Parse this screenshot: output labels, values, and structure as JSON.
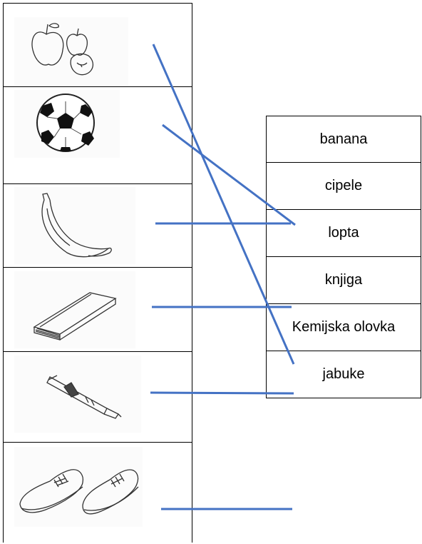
{
  "words": [
    "banana",
    "cipele",
    "lopta",
    "knjiga",
    "Kemijska olovka",
    "jabuke"
  ],
  "pictures": [
    "apples-icon",
    "soccer-ball-icon",
    "banana-icon",
    "book-icon",
    "pen-icon",
    "sneakers-icon"
  ],
  "line_color": "#4472c4"
}
